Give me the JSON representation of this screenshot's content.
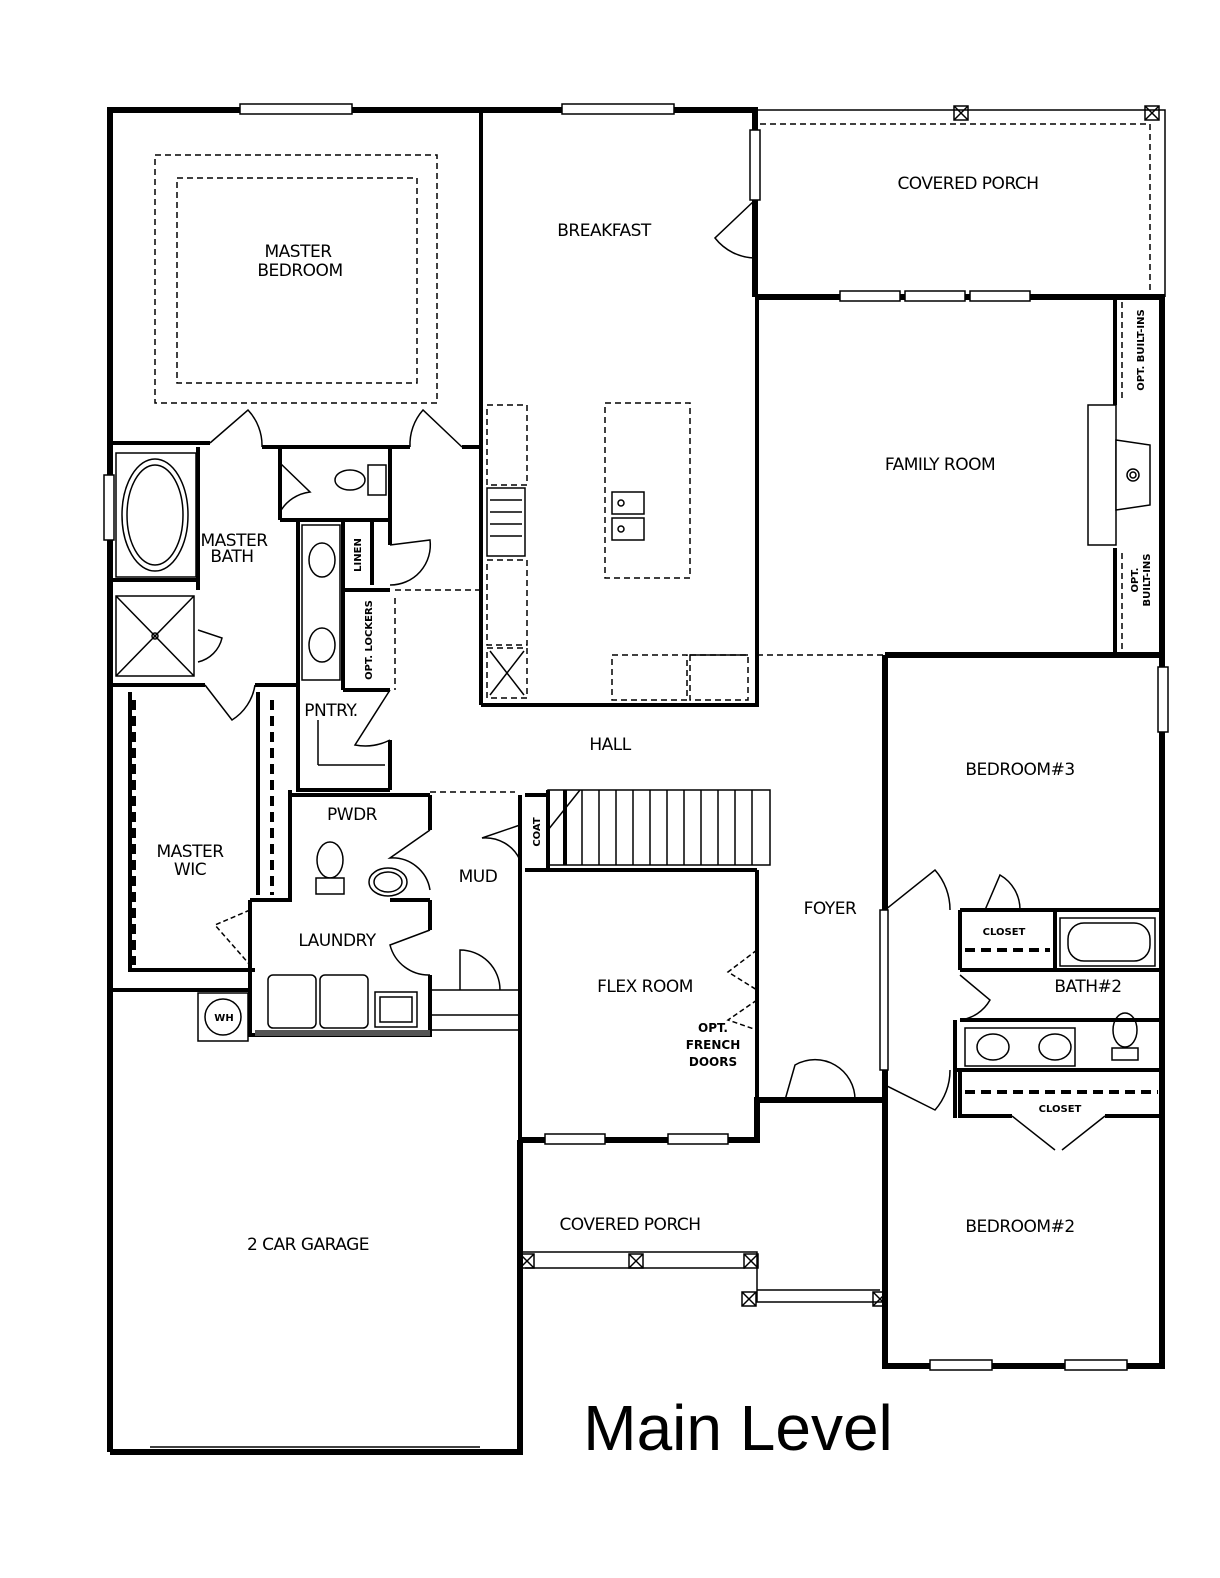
{
  "title": "Main Level",
  "rooms": {
    "master_bedroom": [
      "MASTER",
      "BEDROOM"
    ],
    "breakfast": "BREAKFAST",
    "covered_porch_rear": "COVERED PORCH",
    "family_room": "FAMILY ROOM",
    "opt_built_ins_upper": [
      "OPT. BUILT-INS"
    ],
    "opt_built_ins_lower": [
      "OPT.",
      "BUILT-INS"
    ],
    "master_bath": [
      "MASTER",
      "BATH"
    ],
    "linen": "LINEN",
    "opt_lockers": "OPT. LOCKERS",
    "pantry": "PNTRY.",
    "hall": "HALL",
    "master_wic": [
      "MASTER",
      "WIC"
    ],
    "powder": "PWDR",
    "mud": "MUD",
    "coat": "COAT",
    "foyer": "FOYER",
    "bedroom3": "BEDROOM#3",
    "closet_upper": "CLOSET",
    "bath2": "BATH#2",
    "closet_lower": "CLOSET",
    "laundry": "LAUNDRY",
    "water_heater": "WH",
    "flex_room": "FLEX ROOM",
    "opt_french_doors": [
      "OPT.",
      "FRENCH",
      "DOORS"
    ],
    "two_car_garage": "2 CAR GARAGE",
    "covered_porch_front": "COVERED PORCH",
    "bedroom2": "BEDROOM#2"
  }
}
